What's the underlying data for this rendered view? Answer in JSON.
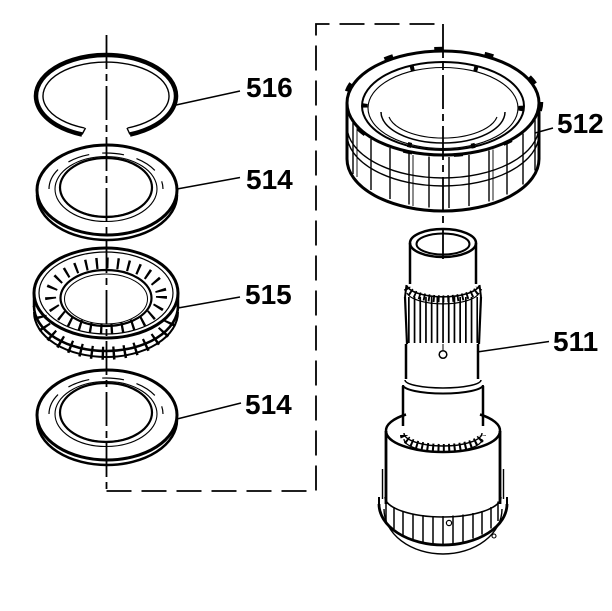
{
  "diagram": {
    "type": "exploded-parts-diagram",
    "background": "#ffffff",
    "line_color": "#000000",
    "callouts": [
      {
        "label": "516"
      },
      {
        "label": "514"
      },
      {
        "label": "515"
      },
      {
        "label": "514"
      },
      {
        "label": "512"
      },
      {
        "label": "511"
      }
    ]
  }
}
